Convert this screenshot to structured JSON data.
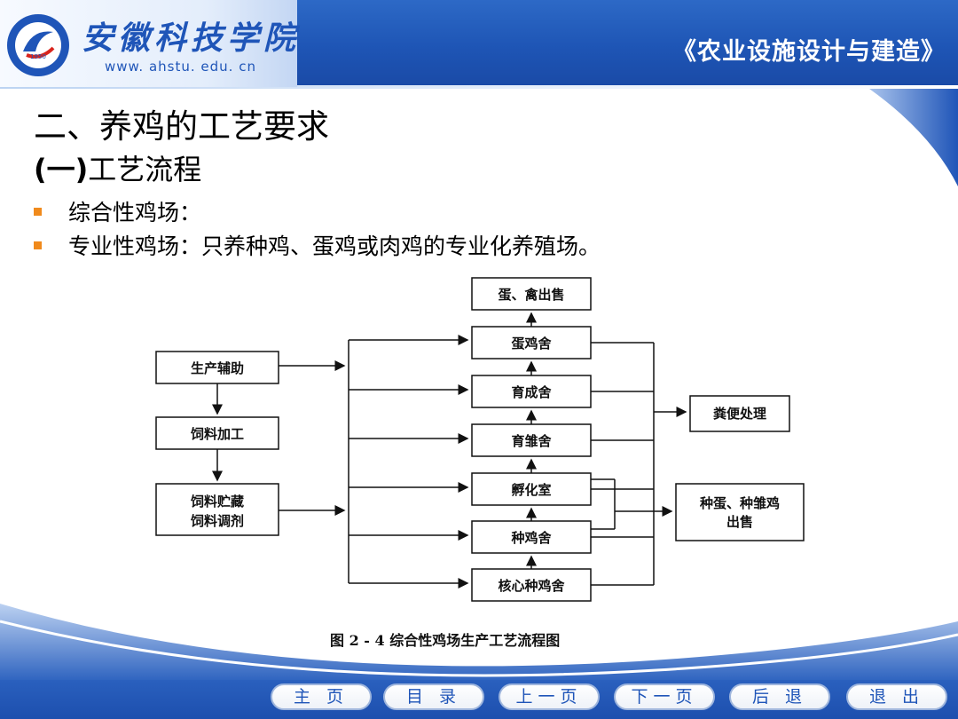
{
  "header": {
    "school_name": "安徽科技学院",
    "school_url": "www. ahstu. edu. cn",
    "logo_year": "1950",
    "course_title": "《农业设施设计与建造》"
  },
  "content": {
    "heading_1": "二、养鸡的工艺要求",
    "heading_2_paren": "(一)",
    "heading_2_text": "工艺流程",
    "bullets": [
      "综合性鸡场：",
      "专业性鸡场：只养种鸡、蛋鸡或肉鸡的专业化养殖场。"
    ]
  },
  "flowchart": {
    "left_boxes": [
      "生产辅助",
      "饲料加工",
      "饲料贮藏",
      "饲料调剂"
    ],
    "center_boxes": [
      "蛋、禽出售",
      "蛋鸡舍",
      "育成舍",
      "育雏舍",
      "孵化室",
      "种鸡舍",
      "核心种鸡舍"
    ],
    "right_boxes": [
      "粪便处理",
      "种蛋、种雏鸡",
      "出售"
    ],
    "caption": "图 2 - 4    综合性鸡场生产工艺流程图"
  },
  "nav": {
    "home": "主 页",
    "toc": "目 录",
    "prev": "上一页",
    "next": "下一页",
    "back": "后 退",
    "exit": "退 出"
  }
}
